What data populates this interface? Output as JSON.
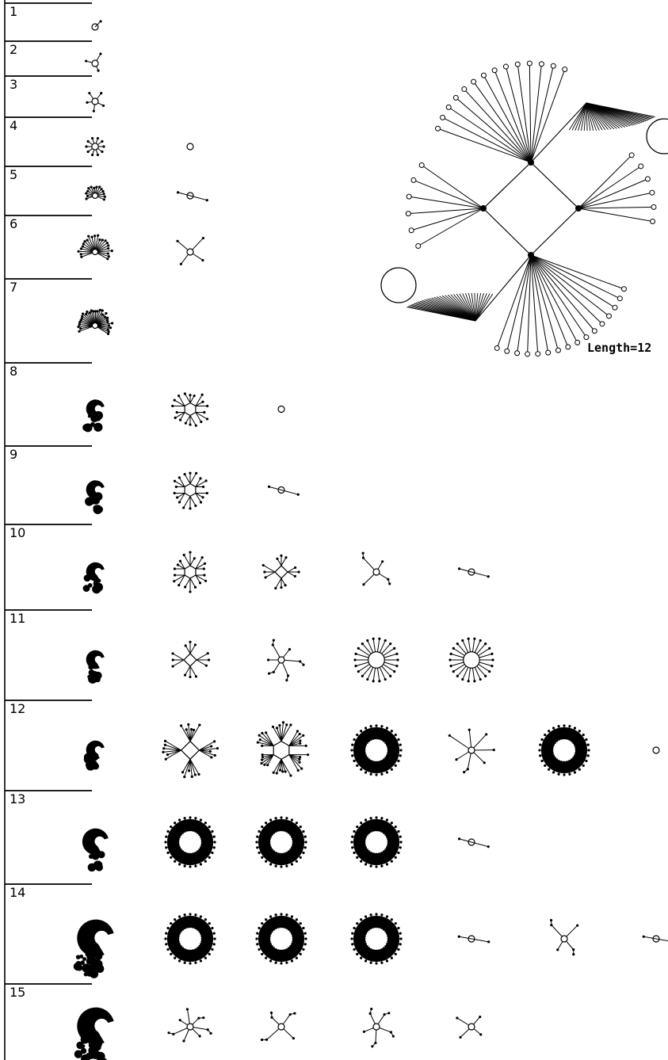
{
  "rows": [
    {
      "label": "1",
      "glyphs": [
        {
          "kind": "tail",
          "a": -45,
          "size": "s"
        }
      ]
    },
    {
      "label": "2",
      "glyphs": [
        {
          "kind": "cross",
          "n": 3,
          "size": "s"
        }
      ]
    },
    {
      "label": "3",
      "glyphs": [
        {
          "kind": "cross",
          "n": 5,
          "size": "s"
        }
      ]
    },
    {
      "label": "4",
      "glyphs": [
        {
          "kind": "sun",
          "n": 10,
          "size": "s"
        },
        {
          "kind": "dot"
        }
      ]
    },
    {
      "label": "5",
      "glyphs": [
        {
          "kind": "fan",
          "n": 14,
          "size": "s"
        },
        {
          "kind": "stick",
          "a": 15
        }
      ]
    },
    {
      "label": "6",
      "glyphs": [
        {
          "kind": "fan",
          "n": 22,
          "size": "m"
        },
        {
          "kind": "cross",
          "n": 4,
          "size": "m"
        }
      ]
    },
    {
      "label": "7",
      "glyphs": [
        {
          "kind": "fan",
          "n": 30,
          "size": "m"
        }
      ]
    },
    {
      "label": "8",
      "glyphs": [
        {
          "kind": "blob",
          "size": "m"
        },
        {
          "kind": "hexbranch",
          "size": "m"
        },
        {
          "kind": "dot"
        }
      ]
    },
    {
      "label": "9",
      "glyphs": [
        {
          "kind": "blob",
          "size": "m"
        },
        {
          "kind": "hexbranch",
          "size": "m"
        },
        {
          "kind": "stick",
          "a": 15
        }
      ]
    },
    {
      "label": "10",
      "glyphs": [
        {
          "kind": "blob",
          "size": "m"
        },
        {
          "kind": "hexbranch",
          "size": "m"
        },
        {
          "kind": "diamond",
          "size": "m"
        },
        {
          "kind": "cross",
          "n": 4,
          "size": "m"
        },
        {
          "kind": "stick",
          "a": 15
        }
      ]
    },
    {
      "label": "11",
      "glyphs": [
        {
          "kind": "blob",
          "size": "m"
        },
        {
          "kind": "diamond",
          "size": "m"
        },
        {
          "kind": "cross",
          "n": 6,
          "size": "m"
        },
        {
          "kind": "sun",
          "n": 22,
          "size": "l"
        },
        {
          "kind": "sun",
          "n": 22,
          "size": "l"
        }
      ]
    },
    {
      "label": "12",
      "glyphs": [
        {
          "kind": "blob",
          "size": "m"
        },
        {
          "kind": "diamond",
          "size": "l"
        },
        {
          "kind": "hexbranch",
          "size": "l"
        },
        {
          "kind": "ring",
          "size": "l"
        },
        {
          "kind": "cross",
          "n": 7,
          "size": "l"
        },
        {
          "kind": "ring",
          "size": "l"
        },
        {
          "kind": "dot"
        }
      ]
    },
    {
      "label": "13",
      "glyphs": [
        {
          "kind": "blob",
          "size": "l"
        },
        {
          "kind": "ring",
          "size": "l"
        },
        {
          "kind": "ring",
          "size": "l"
        },
        {
          "kind": "ring",
          "size": "l"
        },
        {
          "kind": "stick",
          "a": 15
        }
      ]
    },
    {
      "label": "14",
      "glyphs": [
        {
          "kind": "blob",
          "size": "xl"
        },
        {
          "kind": "ring",
          "size": "l"
        },
        {
          "kind": "ring",
          "size": "l"
        },
        {
          "kind": "ring",
          "size": "l"
        },
        {
          "kind": "stick",
          "a": 10
        },
        {
          "kind": "cross",
          "n": 4,
          "size": "m"
        },
        {
          "kind": "stick",
          "a": 10
        }
      ]
    },
    {
      "label": "15",
      "glyphs": [
        {
          "kind": "blob",
          "size": "xl"
        },
        {
          "kind": "cross",
          "n": 7,
          "size": "m"
        },
        {
          "kind": "cross",
          "n": 4,
          "size": "m"
        },
        {
          "kind": "cross",
          "n": 5,
          "size": "m"
        },
        {
          "kind": "cross",
          "n": 4,
          "size": "m"
        }
      ]
    }
  ],
  "featured": {
    "label": "Length=12"
  }
}
